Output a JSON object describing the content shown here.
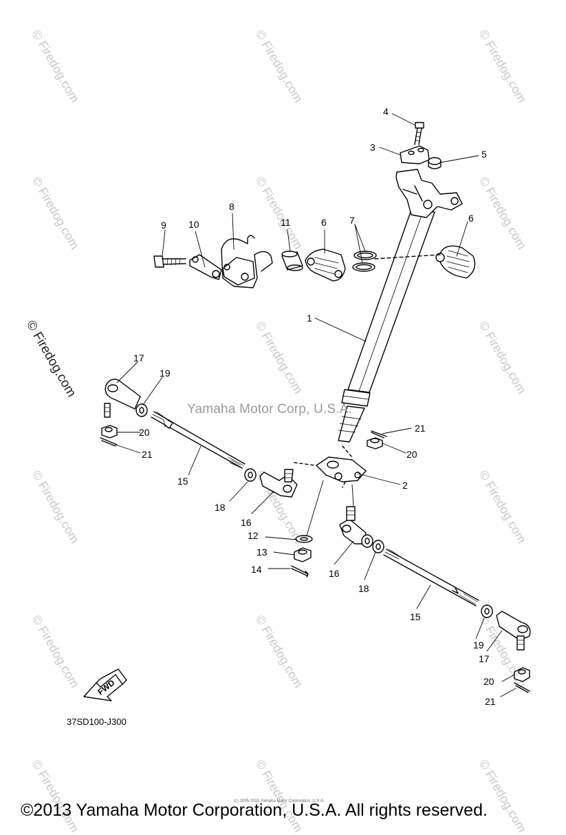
{
  "watermarks": {
    "tile_text": "© Firedog.com",
    "prominent_text": "© Firedog.com",
    "center_text": "Yamaha Motor Corp, U.S.A."
  },
  "diagram": {
    "code": "37SD100-J300",
    "fwd_label": "FWD",
    "callouts": {
      "c1": "1",
      "c2": "2",
      "c3": "3",
      "c4": "4",
      "c5": "5",
      "c6a": "6",
      "c6b": "6",
      "c7": "7",
      "c8": "8",
      "c9": "9",
      "c10": "10",
      "c11": "11",
      "c12": "12",
      "c13": "13",
      "c14": "14",
      "c15a": "15",
      "c15b": "15",
      "c16a": "16",
      "c16b": "16",
      "c17a": "17",
      "c17b": "17",
      "c18a": "18",
      "c18b": "18",
      "c19a": "19",
      "c19b": "19",
      "c20a": "20",
      "c20b": "20",
      "c20c": "20",
      "c21a": "21",
      "c21b": "21",
      "c21c": "21"
    }
  },
  "footer": {
    "copyright": "©2013 Yamaha Motor Corporation, U.S.A. All rights reserved.",
    "fine_print": "(c) 2005-2015 Yamaha Motor Corporation, U.S.A."
  }
}
